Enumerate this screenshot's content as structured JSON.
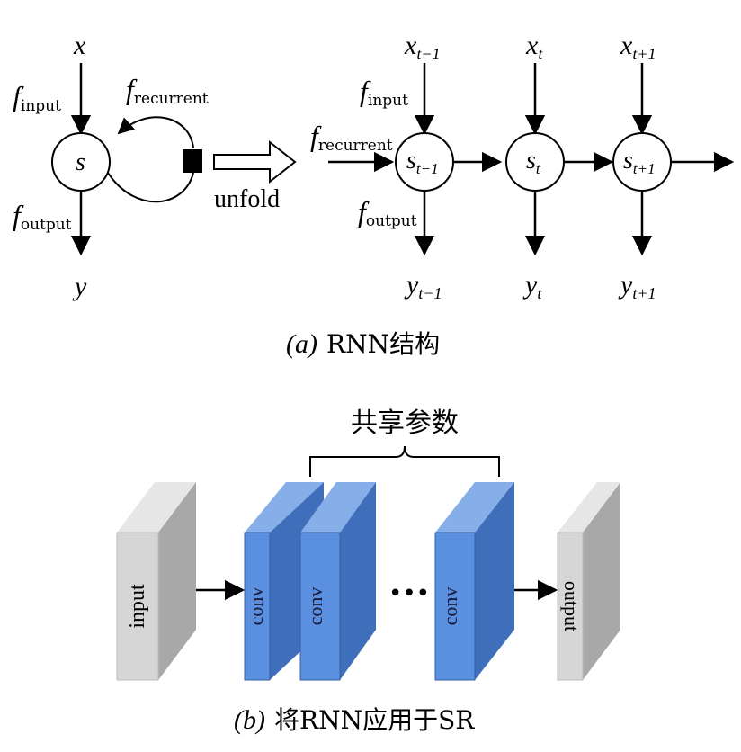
{
  "panel_a": {
    "x": "x",
    "s": "s",
    "y": "y",
    "f": "f",
    "sub_input": "input",
    "sub_recurrent": "recurrent",
    "sub_output": "output",
    "unfold": "unfold",
    "x_tm1": "x",
    "x_tm1_sub": "t−1",
    "x_t": "x",
    "x_t_sub": "t",
    "x_tp1": "x",
    "x_tp1_sub": "t+1",
    "s_tm1": "s",
    "s_tm1_sub": "t−1",
    "s_t": "s",
    "s_t_sub": "t",
    "s_tp1": "s",
    "s_tp1_sub": "t+1",
    "y_tm1": "y",
    "y_tm1_sub": "t−1",
    "y_t": "y",
    "y_t_sub": "t",
    "y_tp1": "y",
    "y_tp1_sub": "t+1",
    "caption_label": "(a)",
    "caption_text": "RNN结构"
  },
  "panel_b": {
    "shared_label": "共享参数",
    "input_block": "input",
    "conv1": "conv",
    "conv2": "conv",
    "conv3": "conv",
    "ellipsis": "•••",
    "output_block": "output",
    "caption_label": "(b)",
    "caption_text": "将RNN应用于SR"
  },
  "colors": {
    "conv_front": "#5b8fe0",
    "conv_side": "#3f6fba",
    "conv_top": "#86aee8",
    "gray_front": "#d6d6d6",
    "gray_side": "#a8a8a8",
    "gray_top": "#e6e6e6"
  }
}
